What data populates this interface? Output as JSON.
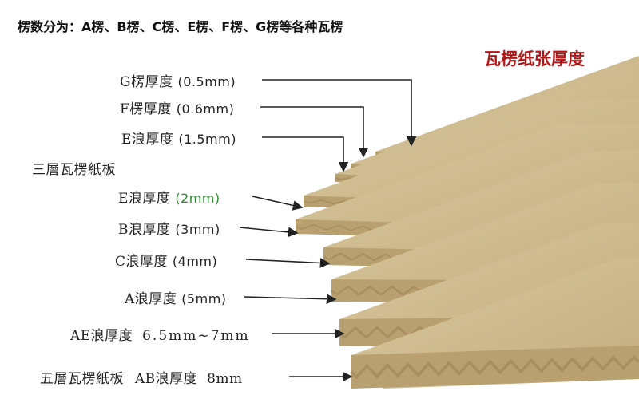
{
  "header": {
    "flute_types": "楞数分为：A楞、B楞、C楞、E楞、F楞、G楞等各种瓦楞"
  },
  "title": "瓦楞纸张厚度",
  "labels": {
    "g": {
      "name": "G楞厚度",
      "value": "(0.5mm)"
    },
    "f": {
      "name": "F楞厚度",
      "value": "(0.6mm)"
    },
    "e_top": {
      "name": "E浪厚度",
      "value": "(1.5mm)"
    },
    "three_layer": "三層瓦楞紙板",
    "e": {
      "name": "E浪厚度",
      "value": "(2mm)"
    },
    "b": {
      "name": "B浪厚度",
      "value": "(3mm)"
    },
    "c": {
      "name": "C浪厚度",
      "value": "(4mm)"
    },
    "a": {
      "name": "A浪厚度",
      "value": "(5mm)"
    },
    "ae": {
      "name": "AE浪厚度",
      "value": "6.5mm~7mm"
    },
    "five_layer": {
      "name": "五層瓦楞紙板",
      "ab_name": "AB浪厚度",
      "ab_value": "8mm"
    }
  },
  "colors": {
    "title_red": "#b01818",
    "highlight_green": "#2e8b2e",
    "board_face": "#cdb98e",
    "board_edge": "#b8a070",
    "flute": "#a88e60",
    "arrow": "#222222"
  }
}
